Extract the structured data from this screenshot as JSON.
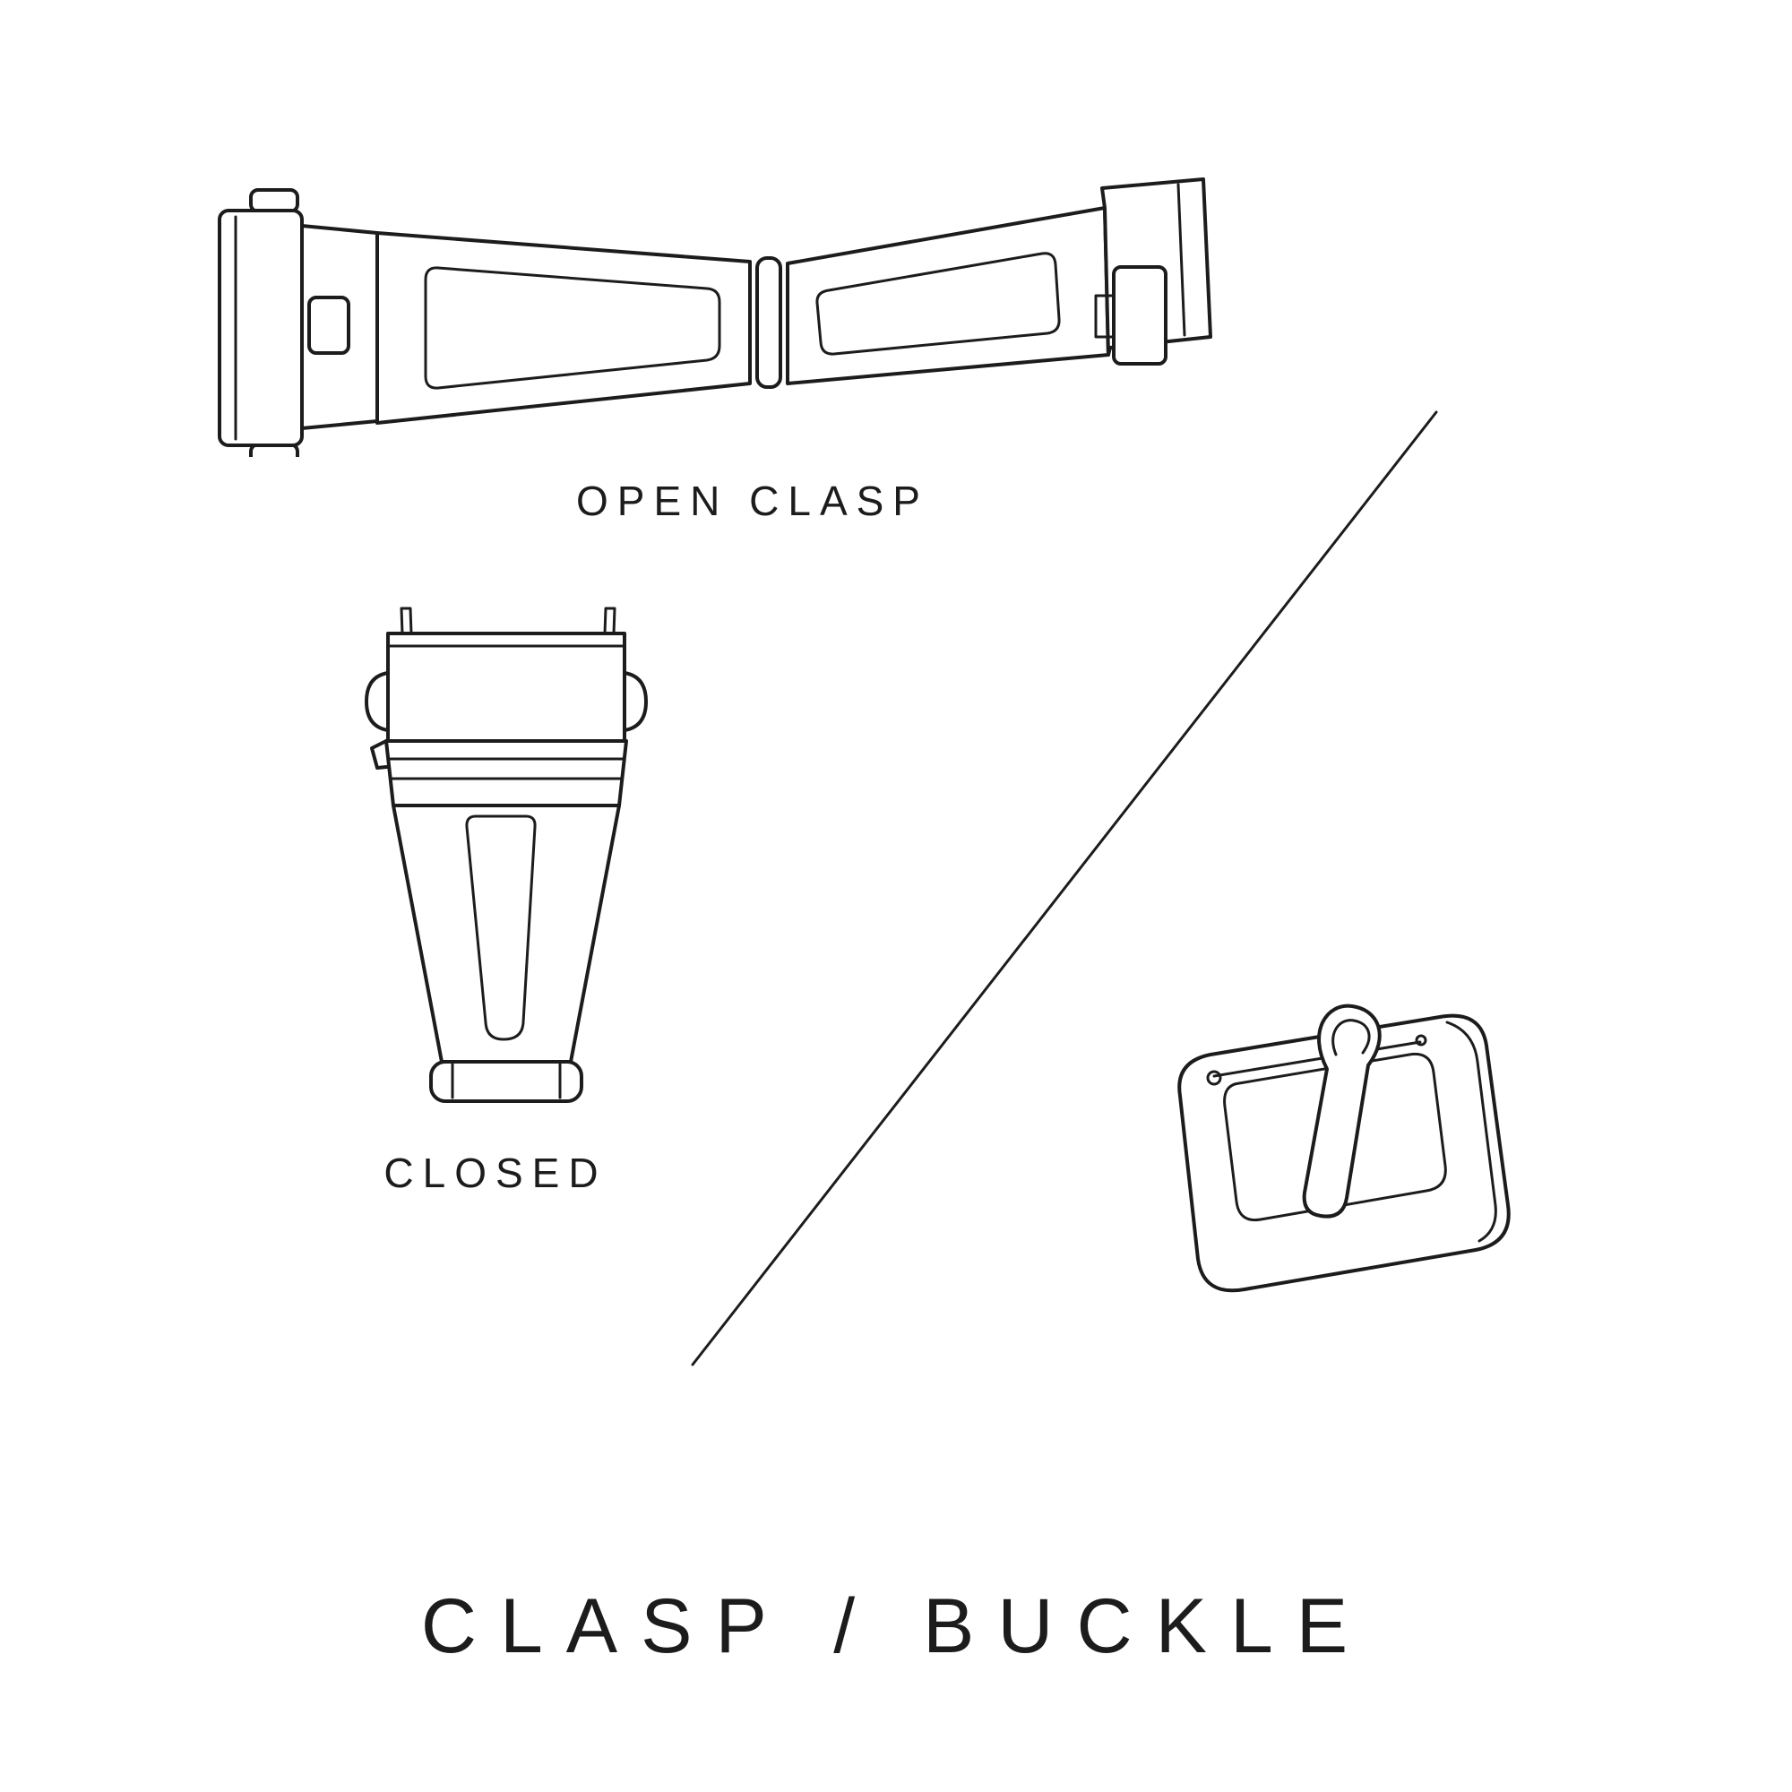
{
  "page": {
    "background": "#ffffff",
    "ink_color": "#1c1c1c"
  },
  "figures": {
    "open_clasp": {
      "label": "OPEN CLASP",
      "icon": "open-clasp-line-drawing"
    },
    "closed_clasp": {
      "label": "CLOSED",
      "icon": "closed-clasp-line-drawing"
    },
    "buckle": {
      "icon": "tang-buckle-line-drawing"
    }
  },
  "divider": {
    "icon": "diagonal-divider-line"
  },
  "title": "CLASP / BUCKLE"
}
